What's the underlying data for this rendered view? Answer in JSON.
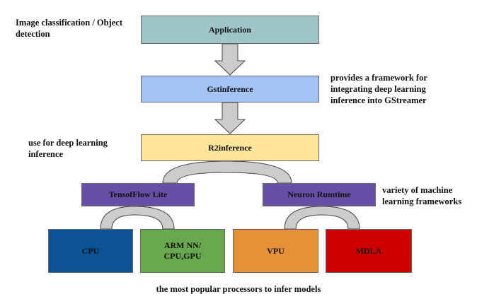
{
  "boxes": {
    "application": "Application",
    "gstinference": "Gstinference",
    "r2inference": "R2inference",
    "tensorflow_lite": "TensofFlow Lite",
    "neuron_runtime": "Neuron Rumtime",
    "cpu": "CPU",
    "arm_nn_line1": "ARM NN/",
    "arm_nn_line2": "CPU,GPU",
    "vpu": "VPU",
    "mdla": "MDLA"
  },
  "notes": {
    "application_line1": "Image classification / Object",
    "application_line2": "detection",
    "gst_line1": "provides a framework for",
    "gst_line2": "integrating deep learning",
    "gst_line3": "inference into GStreamer",
    "r2_line1": "use for deep learning",
    "r2_line2": "inference",
    "frameworks_line1": "variety of machine",
    "frameworks_line2": "learning frameworks",
    "processors": "the most popular processors to infer models"
  },
  "colors": {
    "application": "#9fc5c8",
    "gstinference": "#a4c2f4",
    "r2inference": "#ffe599",
    "frameworks": "#674ea7",
    "cpu": "#0b5394",
    "arm_nn": "#6aa84f",
    "vpu": "#e69138",
    "mdla": "#cc0000",
    "arrow": "#cccccc"
  }
}
